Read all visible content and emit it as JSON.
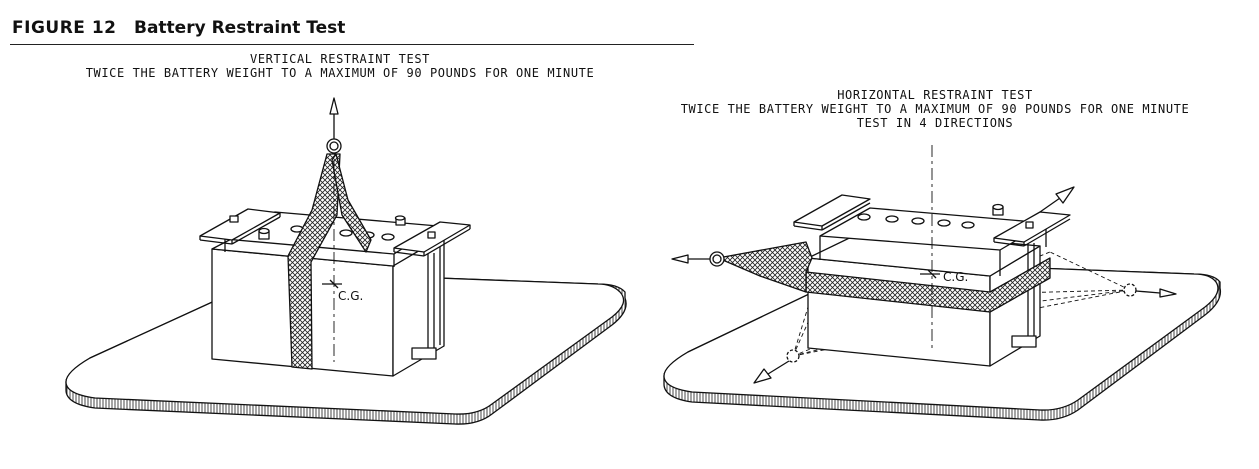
{
  "header": {
    "figure_number": "FIGURE 12",
    "title": "Battery Restraint Test"
  },
  "vertical_test": {
    "title": "VERTICAL RESTRAINT TEST",
    "description": "TWICE THE BATTERY WEIGHT TO A MAXIMUM OF 90 POUNDS FOR ONE MINUTE",
    "cg_label": "C.G."
  },
  "horizontal_test": {
    "title": "HORIZONTAL RESTRAINT TEST",
    "description": "TWICE THE BATTERY WEIGHT TO A MAXIMUM OF 90 POUNDS FOR ONE MINUTE",
    "directions": "TEST IN 4 DIRECTIONS",
    "cg_label": "C.G."
  }
}
